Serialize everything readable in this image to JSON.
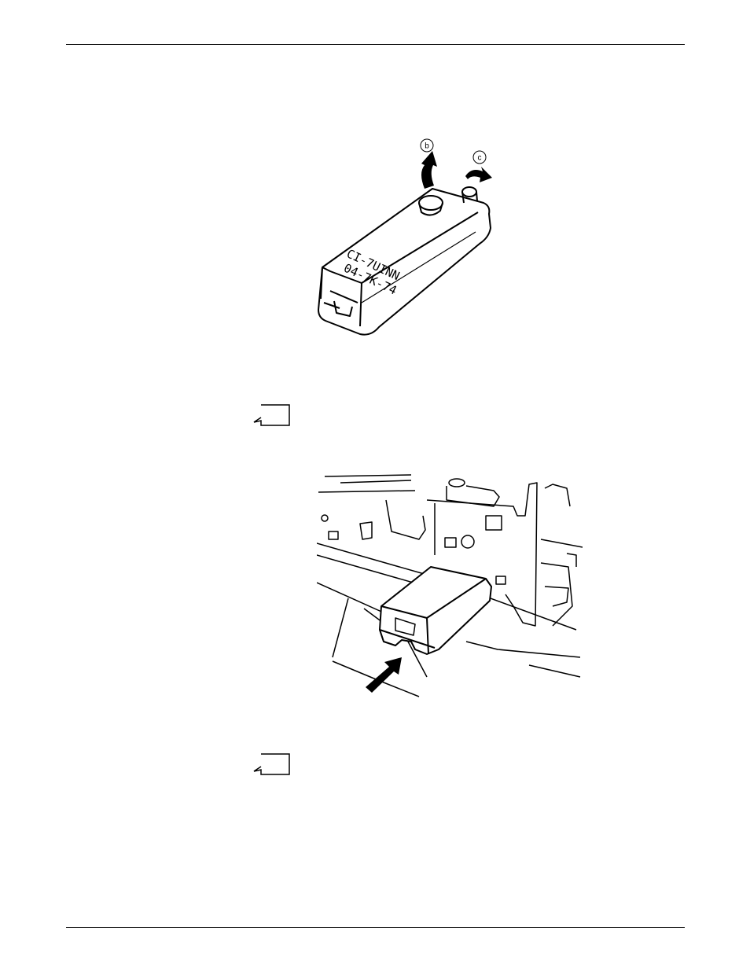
{
  "figures": [
    {
      "callouts": [
        "b",
        "c"
      ],
      "label_text": [
        "CI-7UINN",
        "04-7K-74"
      ]
    },
    {
      "callouts": []
    }
  ],
  "icons": {
    "note": "note-icon",
    "arrow": "arrow-icon"
  },
  "colors": {
    "ink": "#000000",
    "paper": "#ffffff"
  }
}
